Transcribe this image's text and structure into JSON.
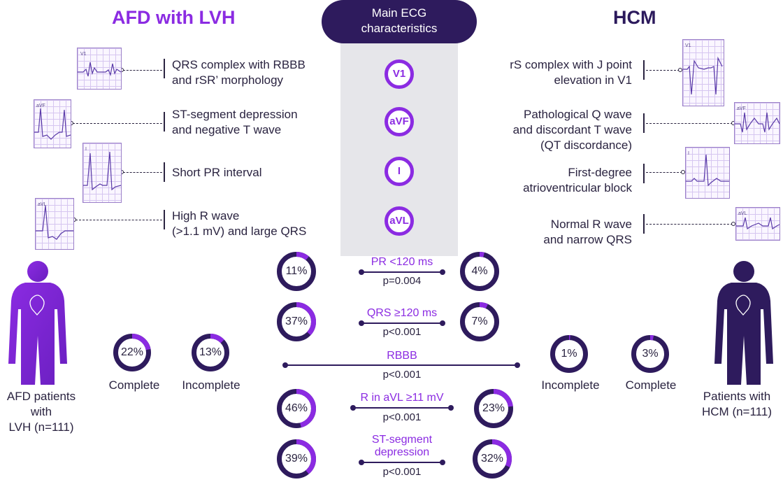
{
  "titles": {
    "left": "AFD with LVH",
    "right": "HCM",
    "center": [
      "Main ECG",
      "characteristics"
    ]
  },
  "leads": [
    "V1",
    "aVF",
    "I",
    "aVL"
  ],
  "left_features": [
    [
      "QRS complex with RBBB",
      "and rSR’ morphology"
    ],
    [
      "ST-segment depression",
      "and negative T wave"
    ],
    [
      "Short PR interval"
    ],
    [
      "High R wave",
      "(>1.1 mV) and large QRS"
    ]
  ],
  "right_features": [
    [
      "rS complex with J point",
      "elevation in V1"
    ],
    [
      "Pathological Q wave",
      "and discordant T wave",
      "(QT discordance)"
    ],
    [
      "First-degree",
      "atrioventricular block"
    ],
    [
      "Normal R wave",
      "and narrow QRS"
    ]
  ],
  "ecg_lead_labels": {
    "left": [
      "V1",
      "aVF",
      "I",
      "aVL"
    ],
    "right": [
      "V1",
      "aVF",
      "I",
      "aVL"
    ]
  },
  "comparisons": [
    {
      "label": [
        "PR <120 ms"
      ],
      "p": "p=0.004",
      "afd": "11%",
      "hcm": "4%"
    },
    {
      "label": [
        "QRS ≥120 ms"
      ],
      "p": "p<0.001",
      "afd": "37%",
      "hcm": "7%"
    },
    {
      "label": [
        "R in aVL ≥11 mV"
      ],
      "p": "p<0.001",
      "afd": "46%",
      "hcm": "23%"
    },
    {
      "label": [
        "ST-segment",
        "depression"
      ],
      "p": "p<0.001",
      "afd": "39%",
      "hcm": "32%"
    }
  ],
  "rbbb": {
    "label": "RBBB",
    "p": "p<0.001",
    "afd_complete": "22%",
    "afd_incomplete": "13%",
    "hcm_incomplete": "1%",
    "hcm_complete": "3%",
    "complete_label": "Complete",
    "incomplete_label": "Incomplete"
  },
  "patients": {
    "left": [
      "AFD patients",
      "with",
      "LVH (n=111)"
    ],
    "right": [
      "Patients with",
      "HCM (n=111)"
    ]
  },
  "chart_data": {
    "type": "donut",
    "groups": [
      "AFD with LVH",
      "HCM"
    ],
    "metrics": [
      {
        "name": "PR <120 ms",
        "values": [
          11,
          4
        ],
        "p": "p=0.004"
      },
      {
        "name": "QRS ≥120 ms",
        "values": [
          37,
          7
        ],
        "p": "p<0.001"
      },
      {
        "name": "RBBB Complete",
        "values": [
          22,
          3
        ],
        "p": "p<0.001"
      },
      {
        "name": "RBBB Incomplete",
        "values": [
          13,
          1
        ],
        "p": "p<0.001"
      },
      {
        "name": "R in aVL ≥11 mV",
        "values": [
          46,
          23
        ],
        "p": "p<0.001"
      },
      {
        "name": "ST-segment depression",
        "values": [
          39,
          32
        ],
        "p": "p<0.001"
      }
    ]
  },
  "colors": {
    "afd": "#8b2be2",
    "hcm": "#2e1b5d",
    "track": "#2e1b5d"
  }
}
